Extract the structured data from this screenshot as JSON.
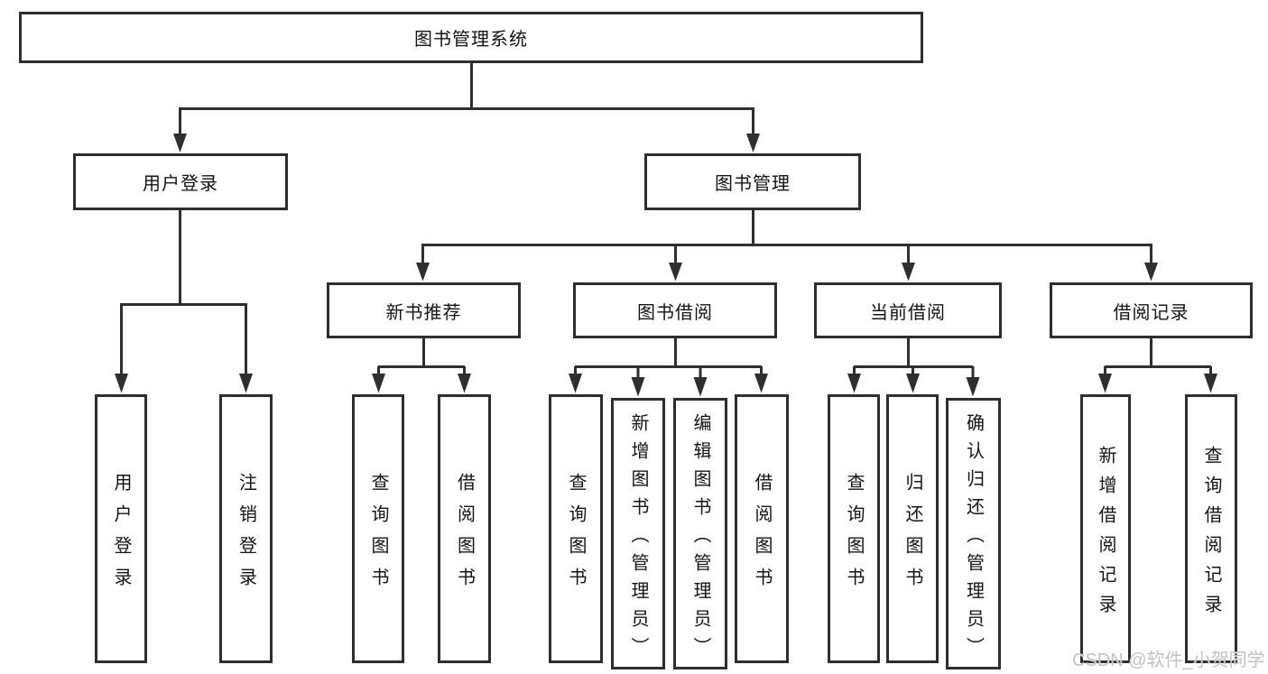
{
  "colors": {
    "background": "#ffffff",
    "line": "#2f2f2f",
    "text": "#141414",
    "watermark": "#c2c2c2"
  },
  "tree": {
    "root": "图书管理系统",
    "branches": [
      {
        "label": "用户登录",
        "leaves": [
          "用户登录",
          "注销登录"
        ]
      },
      {
        "label": "图书管理",
        "sections": [
          {
            "label": "新书推荐",
            "leaves": [
              "查询图书",
              "借阅图书"
            ]
          },
          {
            "label": "图书借阅",
            "leaves": [
              "查询图书",
              "新增图书（管理员）",
              "编辑图书（管理员）",
              "借阅图书"
            ]
          },
          {
            "label": "当前借阅",
            "leaves": [
              "查询图书",
              "归还图书",
              "确认归还（管理员）"
            ]
          },
          {
            "label": "借阅记录",
            "leaves": [
              "新增借阅记录",
              "查询借阅记录"
            ]
          }
        ]
      }
    ]
  },
  "watermark": "CSDN @软件_小贺同学"
}
